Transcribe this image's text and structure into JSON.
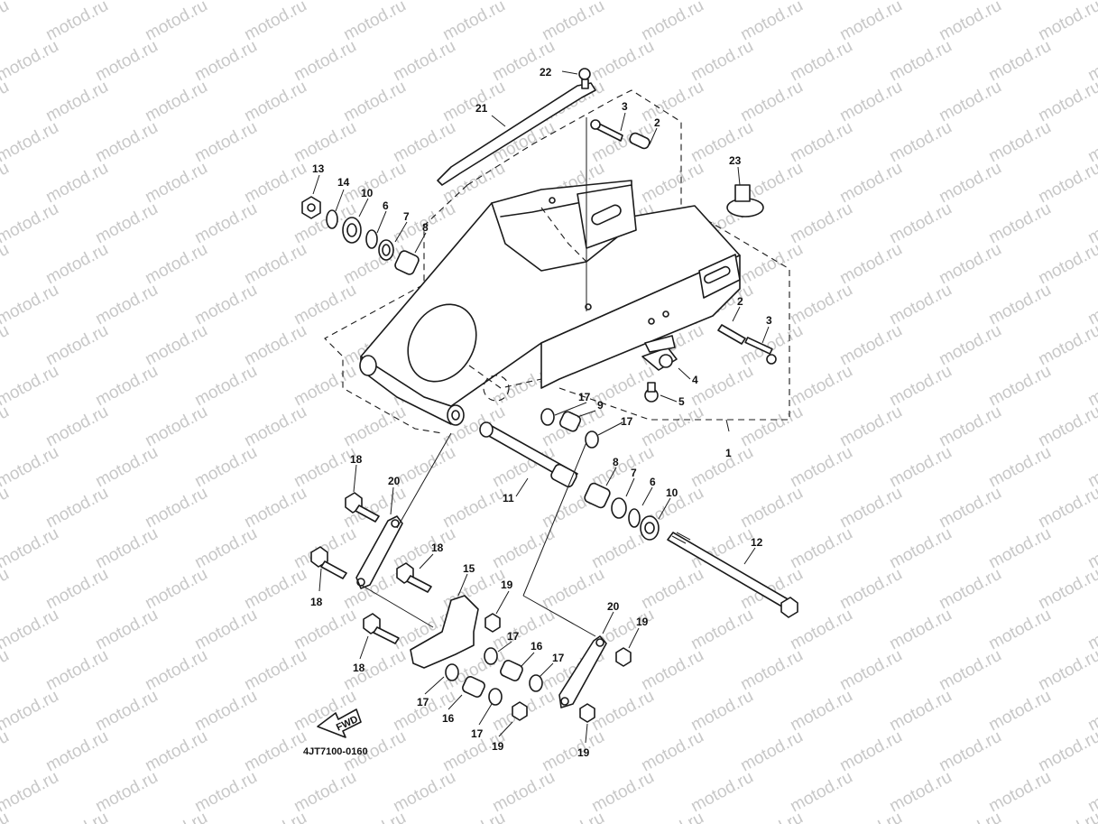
{
  "watermark": "motod.ru",
  "diagram_code": "4JT7100-0160",
  "fwd_label": "FWD",
  "callouts": {
    "c1": "1",
    "c2a": "2",
    "c2b": "2",
    "c3a": "3",
    "c3b": "3",
    "c4": "4",
    "c5": "5",
    "c6a": "6",
    "c6b": "6",
    "c7a": "7",
    "c7b": "7",
    "c8a": "8",
    "c8b": "8",
    "c9": "9",
    "c10a": "10",
    "c10b": "10",
    "c11": "11",
    "c12": "12",
    "c13": "13",
    "c14": "14",
    "c15": "15",
    "c16a": "16",
    "c16b": "16",
    "c17a": "17",
    "c17b": "17",
    "c17c": "17",
    "c17d": "17",
    "c17e": "17",
    "c17f": "17",
    "c18a": "18",
    "c18b": "18",
    "c18c": "18",
    "c18d": "18",
    "c19a": "19",
    "c19b": "19",
    "c19c": "19",
    "c19d": "19",
    "c20a": "20",
    "c20b": "20",
    "c21": "21",
    "c22": "22",
    "c23": "23"
  }
}
